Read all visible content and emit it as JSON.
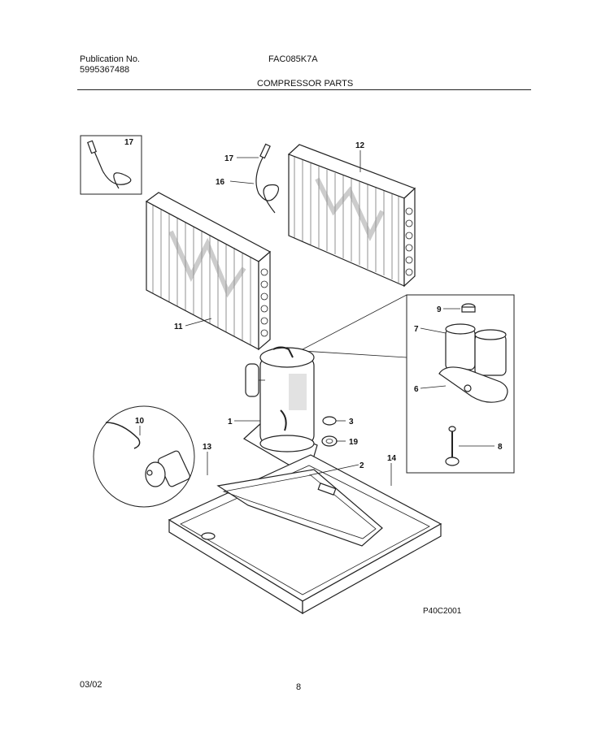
{
  "header": {
    "publication_label": "Publication No.",
    "publication_number": "5995367488",
    "model": "FAC085K7A",
    "section_title": "COMPRESSOR PARTS"
  },
  "figure_code": "P40C2001",
  "footer": {
    "date": "03/02",
    "page": "8"
  },
  "callouts": {
    "c17_inset": "17",
    "c17": "17",
    "c16": "16",
    "c12": "12",
    "c11": "11",
    "c9": "9",
    "c7": "7",
    "c6": "6",
    "c1": "1",
    "c3": "3",
    "c19": "19",
    "c10": "10",
    "c13": "13",
    "c2": "2",
    "c14": "14",
    "c8": "8"
  }
}
